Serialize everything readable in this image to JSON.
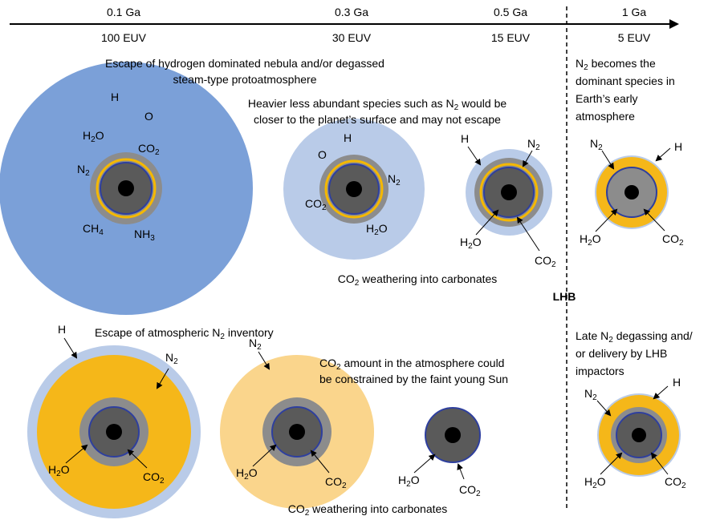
{
  "timeline": {
    "ticks": [
      {
        "time": "0.1 Ga",
        "euv": "100 EUV"
      },
      {
        "time": "0.3 Ga",
        "euv": "30 EUV"
      },
      {
        "time": "0.5 Ga",
        "euv": "15 EUV"
      },
      {
        "time": "1 Ga",
        "euv": "5 EUV"
      }
    ]
  },
  "lhb_label": "LHB",
  "colors": {
    "nebula_blue": "#7ba0d8",
    "light_blue": "#b9cbe8",
    "orange": "#f5b719",
    "light_orange": "#fad58c",
    "mantle_gray": "#8c8c8c",
    "core_gray": "#5a5a5a",
    "ring_blue": "#2e3f9e",
    "ring_yellow": "#f5b800",
    "core_black": "#000000"
  },
  "top_row": {
    "caption1_line1": "Escape of  hydrogen dominated nebula and/or degassed",
    "caption1_line2": "steam-type protoatmosphere",
    "caption2_line1": "Heavier less abundant species such as N",
    "caption2_line1_sub": "2",
    "caption2_line1_rest": " would be",
    "caption2_line2": "closer to the planet’s surface and may not escape",
    "caption3_line1": "N",
    "caption3_line1_sub": "2",
    "caption3_line1_rest": " becomes the",
    "caption3_line2": "dominant species in",
    "caption3_line3": "Earth’s early",
    "caption3_line4": "atmosphere",
    "weathering": "CO",
    "weathering_sub": "2",
    "weathering_rest": " weathering into carbonates",
    "p1": {
      "H": "H",
      "O": "O",
      "H2O": "H",
      "H2O_sub": "2",
      "H2O_rest": "O",
      "CO2": "CO",
      "CO2_sub": "2",
      "N2": "N",
      "N2_sub": "2",
      "CH4": "CH",
      "CH4_sub": "4",
      "NH3": "NH",
      "NH3_sub": "3"
    },
    "p2": {
      "H": "H",
      "O": "O",
      "N2": "N",
      "N2_sub": "2",
      "CO2": "CO",
      "CO2_sub": "2",
      "H2O": "H",
      "H2O_sub": "2",
      "H2O_rest": "O"
    },
    "p3": {
      "H": "H",
      "N2": "N",
      "N2_sub": "2",
      "H2O": "H",
      "H2O_sub": "2",
      "H2O_rest": "O",
      "CO2": "CO",
      "CO2_sub": "2"
    },
    "p4": {
      "N2": "N",
      "N2_sub": "2",
      "H": "H",
      "H2O": "H",
      "H2O_sub": "2",
      "H2O_rest": "O",
      "CO2": "CO",
      "CO2_sub": "2"
    }
  },
  "bottom_row": {
    "caption1": "Escape of  atmospheric N",
    "caption1_sub": "2",
    "caption1_rest": " inventory",
    "caption2_line1": "CO",
    "caption2_line1_sub": "2",
    "caption2_line1_rest": " amount in the atmosphere could",
    "caption2_line2": "be constrained by the faint young Sun",
    "caption3_line1": "Late N",
    "caption3_line1_sub": "2",
    "caption3_line1_rest": " degassing and/",
    "caption3_line2": "or delivery by LHB",
    "caption3_line3": "impactors",
    "weathering": "CO",
    "weathering_sub": "2",
    "weathering_rest": " weathering into carbonates",
    "p1": {
      "H": "H",
      "N2": "N",
      "N2_sub": "2",
      "H2O": "H",
      "H2O_sub": "2",
      "H2O_rest": "O",
      "CO2": "CO",
      "CO2_sub": "2"
    },
    "p2": {
      "N2": "N",
      "N2_sub": "2",
      "H2O": "H",
      "H2O_sub": "2",
      "H2O_rest": "O",
      "CO2": "CO",
      "CO2_sub": "2"
    },
    "p3": {
      "H2O": "H",
      "H2O_sub": "2",
      "H2O_rest": "O",
      "CO2": "CO",
      "CO2_sub": "2"
    },
    "p4": {
      "N2": "N",
      "N2_sub": "2",
      "H": "H",
      "H2O": "H",
      "H2O_sub": "2",
      "H2O_rest": "O",
      "CO2": "CO",
      "CO2_sub": "2"
    }
  }
}
